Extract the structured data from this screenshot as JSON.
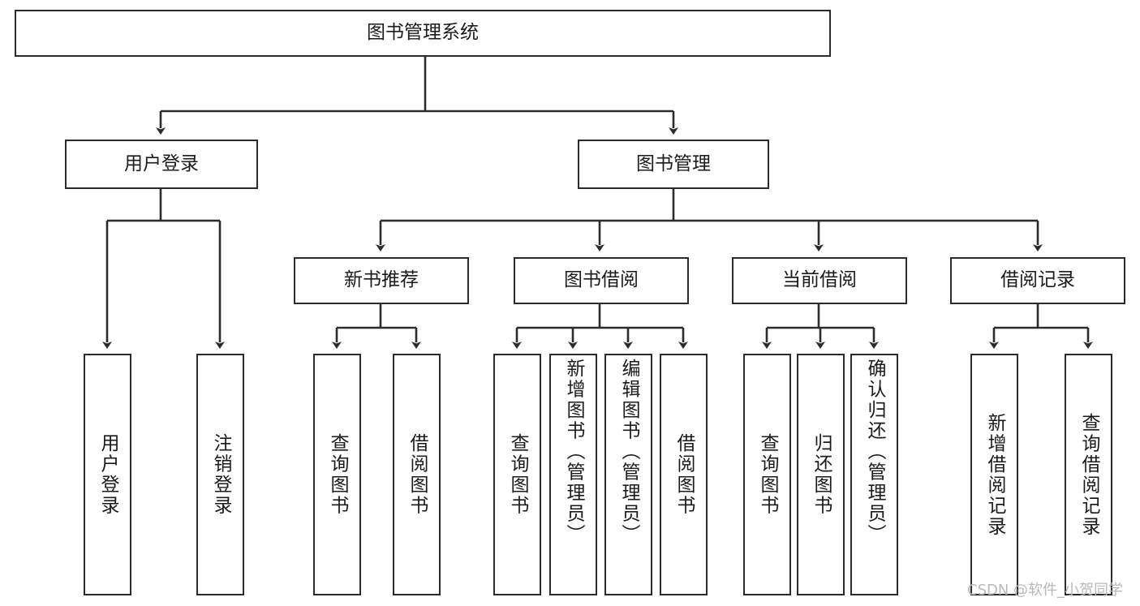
{
  "diagram": {
    "type": "tree-hierarchy-chart",
    "title": "图书管理系统",
    "watermark": "CSDN @软件_小贺同学",
    "colors": {
      "background": "#ffffff",
      "node_border": "#2b2b2b",
      "node_fill": "#ffffff",
      "edge": "#2b2b2b",
      "text": "#1b1b1b",
      "watermark": "#b9b9b9"
    },
    "levels": {
      "root": [
        "图书管理系统"
      ],
      "level2": [
        "用户登录",
        "图书管理"
      ],
      "level3": [
        "新书推荐",
        "图书借阅",
        "当前借阅",
        "借阅记录"
      ],
      "leaves": [
        "用户登录",
        "注销登录",
        "查询图书",
        "借阅图书",
        "查询图书",
        "新增图书（管理员）",
        "编辑图书（管理员）",
        "借阅图书",
        "查询图书",
        "归还图书",
        "确认归还（管理员）",
        "新增借阅记录",
        "查询借阅记录"
      ]
    },
    "nodes": {
      "root": {
        "label": "图书管理系统"
      },
      "user_login": {
        "label": "用户登录"
      },
      "book_manage": {
        "label": "图书管理"
      },
      "new_book_rec": {
        "label": "新书推荐"
      },
      "book_borrow": {
        "label": "图书借阅"
      },
      "current_borrow": {
        "label": "当前借阅"
      },
      "borrow_record": {
        "label": "借阅记录"
      },
      "leaf_user_login": {
        "label": "用户登录"
      },
      "leaf_user_logout": {
        "label": "注销登录"
      },
      "leaf_query_book_1": {
        "label": "查询图书"
      },
      "leaf_borrow_book_1": {
        "label": "借阅图书"
      },
      "leaf_query_book_2": {
        "label": "查询图书"
      },
      "leaf_add_book": {
        "label": "新增图书（管理员）"
      },
      "leaf_edit_book": {
        "label": "编辑图书（管理员）"
      },
      "leaf_borrow_book_2": {
        "label": "借阅图书"
      },
      "leaf_query_book_3": {
        "label": "查询图书"
      },
      "leaf_return_book": {
        "label": "归还图书"
      },
      "leaf_confirm_return": {
        "label": "确认归还（管理员）"
      },
      "leaf_add_record": {
        "label": "新增借阅记录"
      },
      "leaf_query_record": {
        "label": "查询借阅记录"
      }
    }
  }
}
